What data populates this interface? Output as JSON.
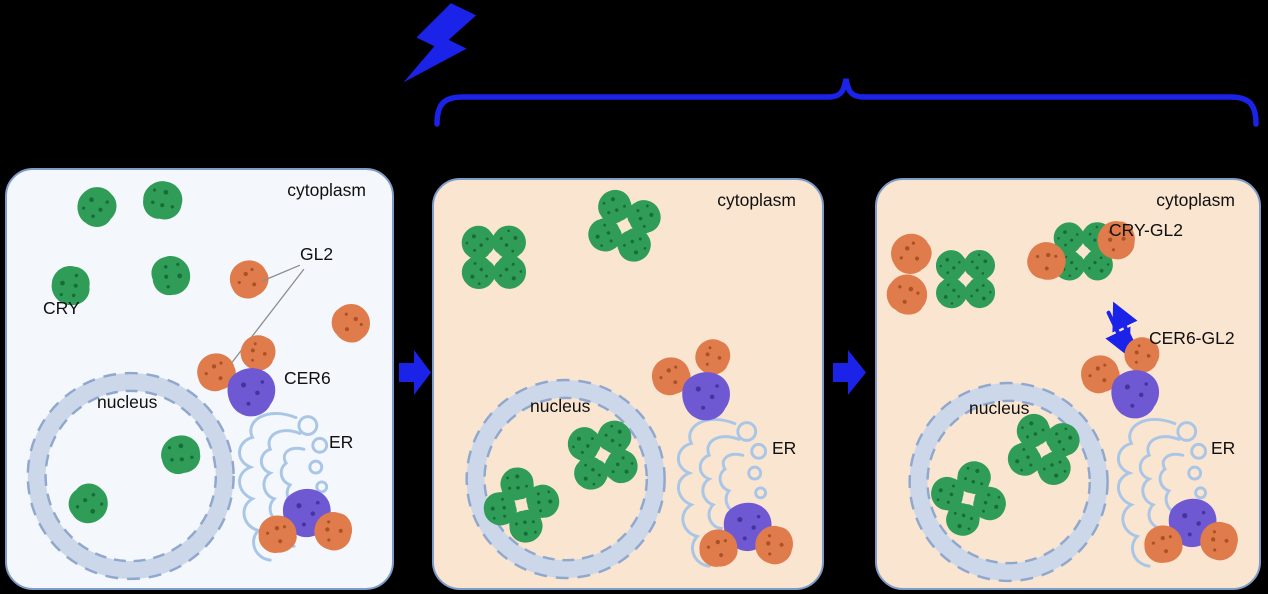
{
  "colors": {
    "background": "#000000",
    "accent_blue": "#1b23e8",
    "cry_green": "#2f9c57",
    "cry_green_dark": "#186c38",
    "gl2_orange": "#e07b4c",
    "gl2_orange_dark": "#aa5224",
    "cer6_purple": "#6e59d2",
    "cer6_purple_dark": "#45349f",
    "panel_light_bg": "#f4f8fc",
    "panel_peach_bg": "#fae5d0",
    "panel_border": "#7e9cc8",
    "nucleus_band": "#ccd8ea",
    "nucleus_edge": "#90a7ce",
    "er_stroke": "#aac6e6",
    "label_color": "#101010",
    "annotation_line": "#8c8c8c"
  },
  "icons": {
    "lightning_bolt": "⚡",
    "brace": "︷",
    "flow_arrow": "➔",
    "exchange_arrows": "⇄"
  },
  "panels": [
    {
      "labels": {
        "cytoplasm": "cytoplasm",
        "cry": "CRY",
        "gl2": "GL2",
        "cer6": "CER6",
        "nucleus": "nucleus",
        "er": "ER"
      }
    },
    {
      "labels": {
        "cytoplasm": "cytoplasm",
        "nucleus": "nucleus",
        "er": "ER"
      }
    },
    {
      "labels": {
        "cytoplasm": "cytoplasm",
        "cry_gl2": "CRY-GL2",
        "cer6_gl2": "CER6-GL2",
        "nucleus": "nucleus",
        "er": "ER"
      }
    }
  ]
}
